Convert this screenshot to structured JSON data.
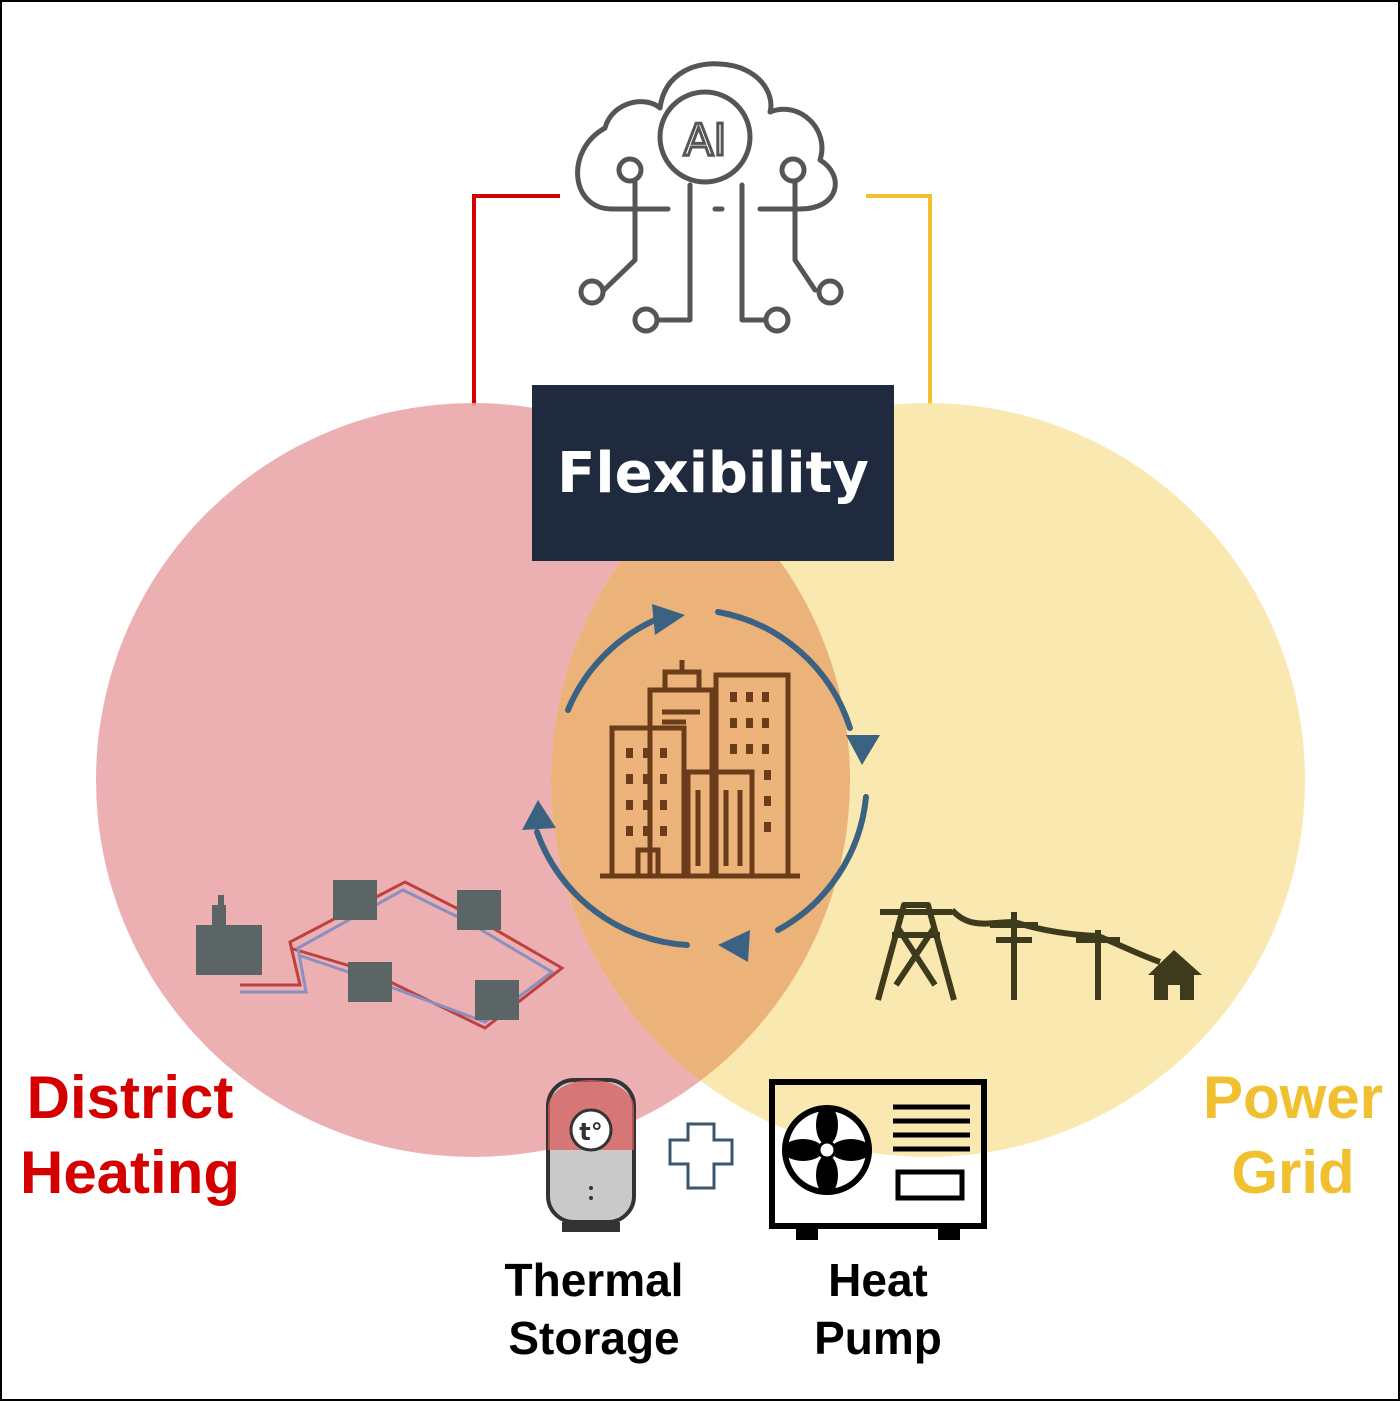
{
  "title": "Flexibility",
  "ai_badge": "AI",
  "labels": {
    "district_heating": [
      "District",
      "Heating"
    ],
    "power_grid": [
      "Power",
      "Grid"
    ],
    "thermal_storage": [
      "Thermal",
      "Storage"
    ],
    "heat_pump": [
      "Heat",
      "Pump"
    ],
    "temperature_symbol": "t°"
  },
  "colors": {
    "district_heating": "#d40000",
    "power_grid": "#f0c030",
    "circle_left": "#e9a5a8",
    "circle_right": "#f8e6a6",
    "overlap": "#ebb27a",
    "title_box": "#1f2a3f",
    "cycle_arrows": "#3b6283",
    "building_icon": "#6a3c1a",
    "network_icon": "#5b6565",
    "grid_icon": "#3e3a1c"
  },
  "icons": [
    "ai-cloud-icon",
    "city-buildings-icon",
    "district-heating-network-icon",
    "power-grid-icon",
    "thermal-storage-icon",
    "plus-icon",
    "heat-pump-icon"
  ]
}
